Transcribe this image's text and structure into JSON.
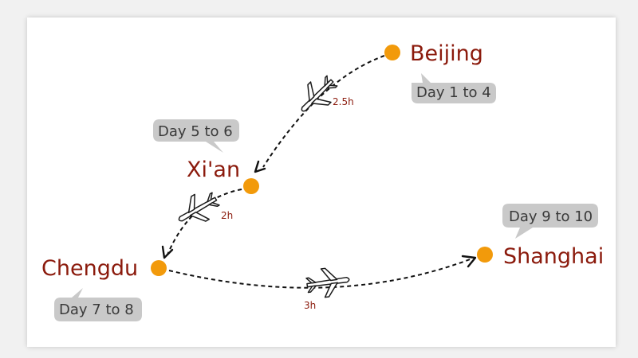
{
  "cities": {
    "beijing": {
      "name": "Beijing",
      "days": "Day 1 to 4"
    },
    "xian": {
      "name": "Xi'an",
      "days": "Day 5 to 6"
    },
    "chengdu": {
      "name": "Chengdu",
      "days": "Day 7 to 8"
    },
    "shanghai": {
      "name": "Shanghai",
      "days": "Day 9 to 10"
    }
  },
  "flights": {
    "beijing_xian": "2.5h",
    "xian_chengdu": "2h",
    "chengdu_shanghai": "3h"
  },
  "colors": {
    "city_dot": "#f29a0b",
    "city_label": "#8b1a0c",
    "bubble": "#c9c9c9"
  },
  "icons": [
    "airplane-icon"
  ]
}
